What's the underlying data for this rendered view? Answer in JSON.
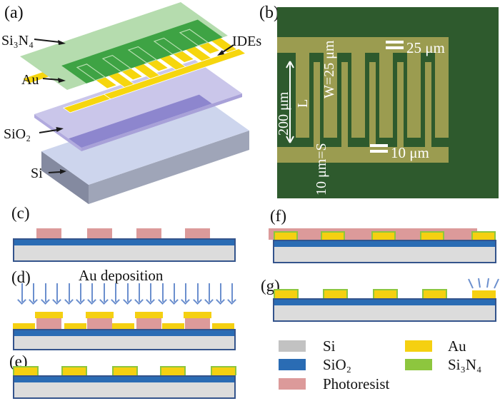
{
  "figure": {
    "panels": {
      "a": {
        "label": "(a)",
        "layer_si3n4": "Si₃N₄",
        "layer_au": "Au",
        "layer_ides": "IDEs",
        "layer_sio2": "SiO₂",
        "layer_si": "Si"
      },
      "b": {
        "label": "(b)",
        "finger_width_label": "W=25 μm",
        "finger_length_label": "200 μm",
        "length_symbol": "L",
        "spacing_label": "10 μm=S",
        "bus_width_value": "25 μm",
        "gap_value": "10 μm"
      },
      "c": {
        "label": "(c)"
      },
      "d": {
        "label": "(d)",
        "process_title": "Au deposition"
      },
      "e": {
        "label": "(e)"
      },
      "f": {
        "label": "(f)"
      },
      "g": {
        "label": "(g)"
      }
    },
    "legend": {
      "items": [
        {
          "name": "Si",
          "color": "#c2c2c2"
        },
        {
          "name": "SiO₂",
          "color": "#2a6cb4"
        },
        {
          "name": "Photoresist",
          "color": "#dc9a9a"
        },
        {
          "name": "Au",
          "color": "#f5d011"
        },
        {
          "name": "Si₃N₄",
          "color": "#8dc63e"
        }
      ]
    },
    "colors": {
      "micrograph_background": "#2e5a2d",
      "micrograph_electrode": "#9b9c50",
      "substrate_border": "#34548c",
      "deposition_arrow": "#6b8fce"
    }
  }
}
